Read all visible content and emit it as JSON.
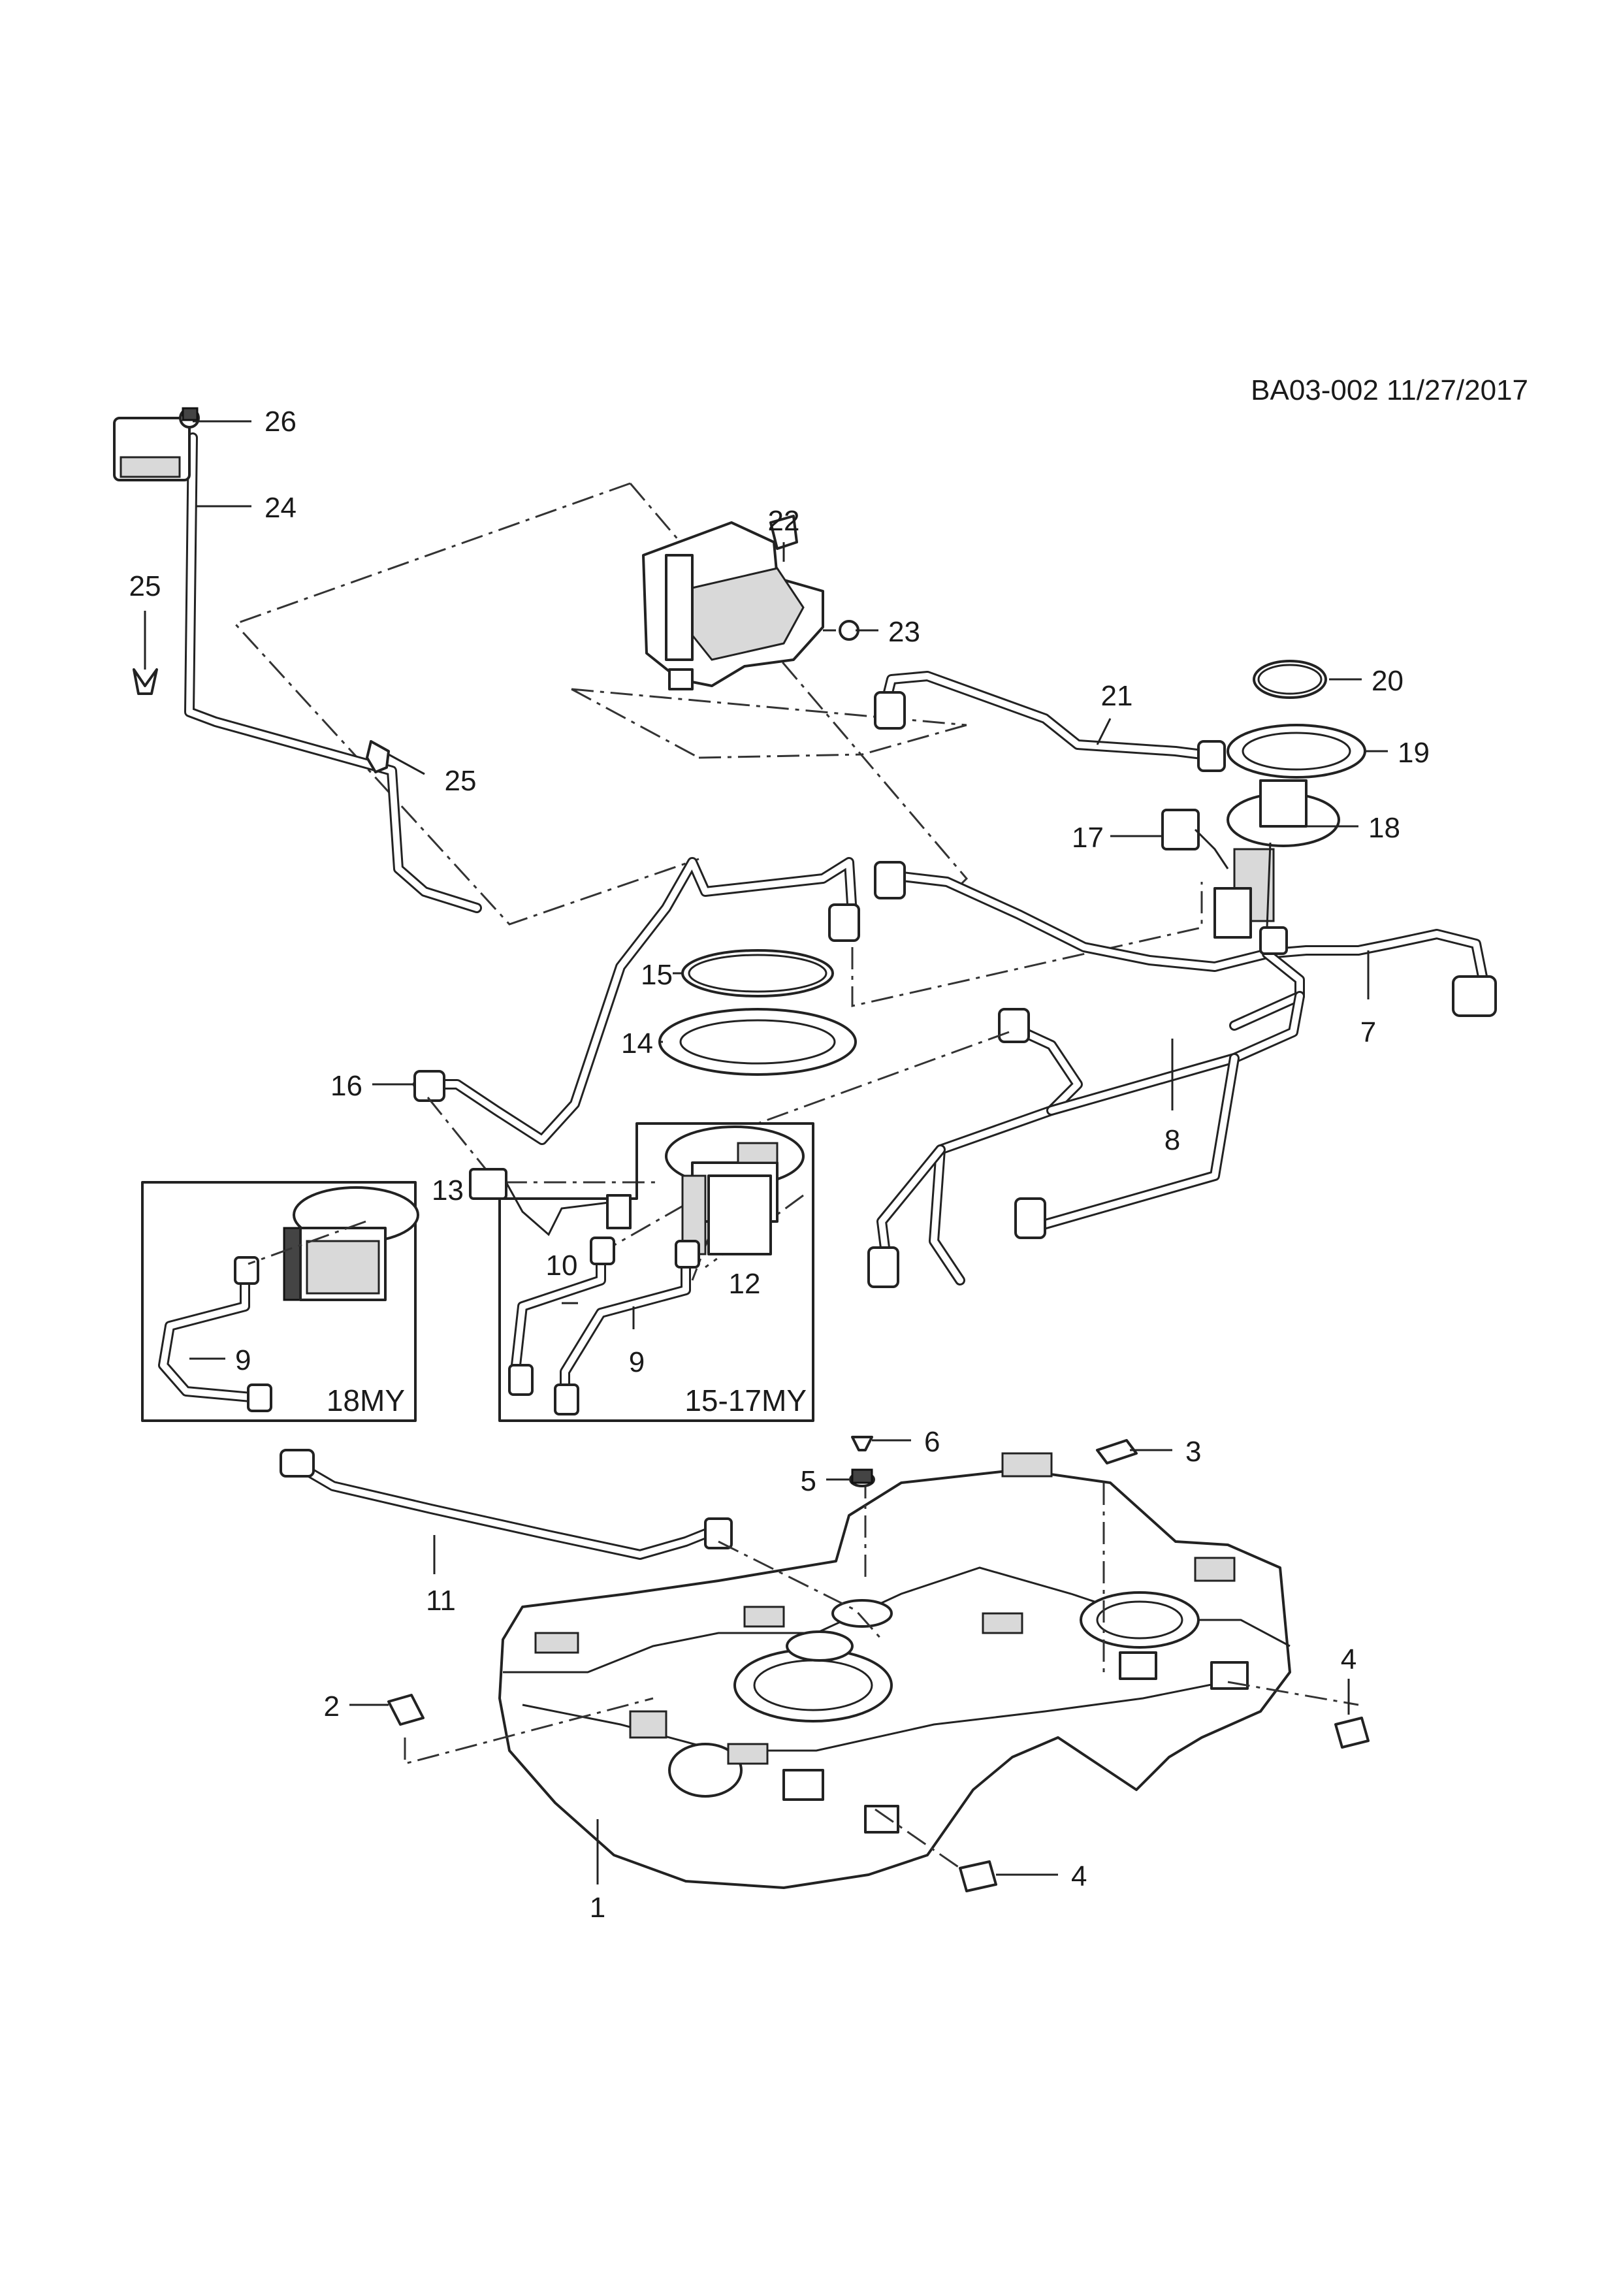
{
  "doc_id": "BA03-002 11/27/2017",
  "insets": {
    "inset_18my": "18MY",
    "inset_1517my": "15-17MY"
  },
  "callouts": {
    "c1": "1",
    "c2": "2",
    "c3": "3",
    "c4a": "4",
    "c4b": "4",
    "c5": "5",
    "c6": "6",
    "c7": "7",
    "c8": "8",
    "c9a": "9",
    "c9b": "9",
    "c10": "10",
    "c11": "11",
    "c12": "12",
    "c13": "13",
    "c14": "14",
    "c15": "15",
    "c16": "16",
    "c17": "17",
    "c18": "18",
    "c19": "19",
    "c20": "20",
    "c21": "21",
    "c22": "22",
    "c23": "23",
    "c24": "24",
    "c25a": "25",
    "c25b": "25",
    "c26": "26"
  }
}
